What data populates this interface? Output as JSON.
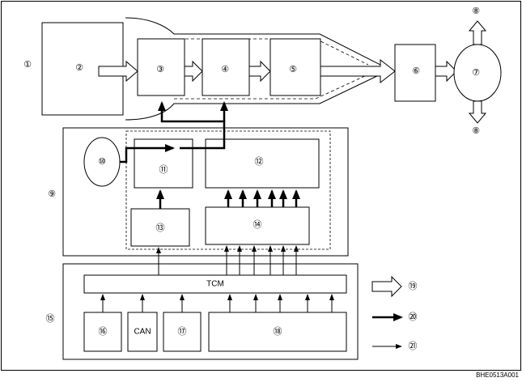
{
  "labels": {
    "l1": "①",
    "l2": "②",
    "l3": "③",
    "l4": "④",
    "l5": "⑤",
    "l6": "⑥",
    "l7": "⑦",
    "l8": "⑧",
    "l9": "⑨",
    "l10": "⑩",
    "l11": "⑪",
    "l12": "⑫",
    "l13": "⑬",
    "l14": "⑭",
    "l15": "⑮",
    "l16": "⑯",
    "l17": "⑰",
    "l18": "⑱",
    "l19": "⑲",
    "l20": "⑳",
    "l21": "㉑"
  },
  "tcm_label": "TCM",
  "can_label": "CAN",
  "figure_code": "BHE0513A001"
}
